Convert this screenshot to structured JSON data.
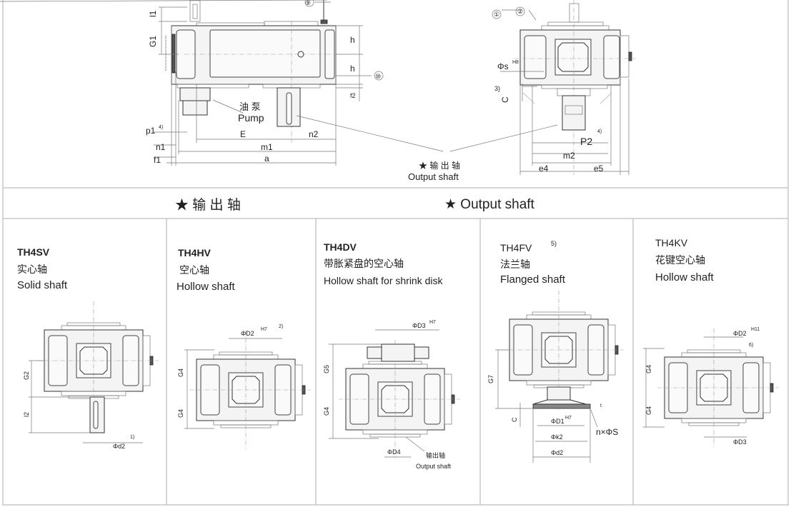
{
  "top_view": {
    "front_labels": {
      "l1": "l1",
      "G1": "G1",
      "h_top": "h",
      "h_bottom": "h",
      "f2": "f2",
      "pump_cn": "油 泵",
      "pump_en": "Pump",
      "p1": "p1",
      "p1_note": "4)",
      "E": "E",
      "n2": "n2",
      "n1": "n1",
      "m1": "m1",
      "f1": "f1",
      "a": "a",
      "callout_top": "⑨",
      "callout_side": "⑩"
    },
    "output_shaft_cn": "★ 输 出 轴",
    "output_shaft_en": "Output shaft",
    "side_labels": {
      "s": "Φs",
      "s_tol": "H8",
      "C": "C",
      "C_note": "3)",
      "P2": "P2",
      "P2_note": "4)",
      "m2": "m2",
      "e4": "e4",
      "e5": "e5",
      "callout_a": "①",
      "callout_b": "②"
    }
  },
  "section_header": {
    "cn": "★    输    出    轴",
    "en": "★    Output shaft"
  },
  "variants": [
    {
      "code": "TH4SV",
      "code_note": "",
      "cn": "实心轴",
      "en": "Solid shaft",
      "labels": {
        "G2": "G2",
        "l2": "l2",
        "d2": "Φd2",
        "d2_note": "1)"
      }
    },
    {
      "code": "TH4HV",
      "code_note": "",
      "cn": "空心轴",
      "en": "Hollow shaft",
      "labels": {
        "D2": "ΦD2",
        "D2_tol": "H7",
        "D2_note": "2)",
        "G4a": "G4",
        "G4b": "G4"
      }
    },
    {
      "code": "TH4DV",
      "code_note": "",
      "cn": "带胀紧盘的空心轴",
      "en": "Hollow shaft for shrink disk",
      "labels": {
        "D3": "ΦD3",
        "D3_tol": "H7",
        "G5": "G5",
        "G4": "G4",
        "D4": "ΦD4",
        "out_cn": "输出轴",
        "out_en": "Output shaft"
      }
    },
    {
      "code": "TH4FV",
      "code_note": "5)",
      "cn": "法兰轴",
      "en": "Flanged shaft",
      "labels": {
        "G7": "G7",
        "C": "C",
        "D1": "ΦD1",
        "D1_tol": "H7",
        "k2": "Φk2",
        "d2": "Φd2",
        "nS": "n×ΦS",
        "t": "t"
      }
    },
    {
      "code": "TH4KV",
      "code_note": "",
      "cn": "花键空心轴",
      "en": "Hollow shaft",
      "labels": {
        "D2": "ΦD2",
        "D2_tol": "H11",
        "D2_note": "6)",
        "G4a": "G4",
        "G4b": "G4",
        "D3": "ΦD3"
      }
    }
  ]
}
